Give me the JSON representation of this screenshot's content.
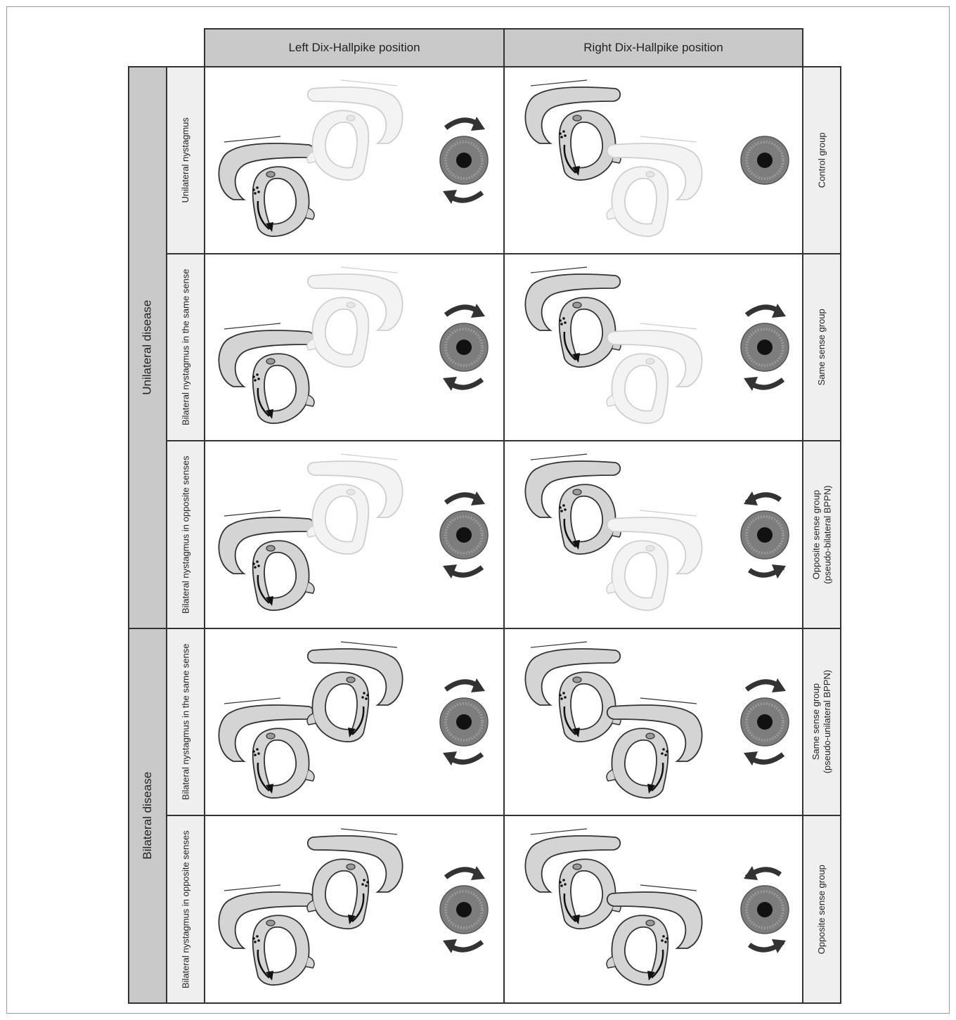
{
  "columns": [
    "Left Dix-Hallpike position",
    "Right Dix-Hallpike position"
  ],
  "groups": [
    {
      "label": "Unilateral disease",
      "rows": [
        {
          "label": "Unilateral nystagmus",
          "outcome": [
            "Control group"
          ],
          "left": {
            "ear_a": "affected",
            "ear_b": "faded",
            "eye": "cw-arrows"
          },
          "right": {
            "ear_a": "affected",
            "ear_b": "faded",
            "eye": "none"
          }
        },
        {
          "label": "Bilateral nystagmus in the same sense",
          "outcome": [
            "Same sense group"
          ],
          "left": {
            "ear_a": "affected",
            "ear_b": "faded",
            "eye": "cw-arrows"
          },
          "right": {
            "ear_a": "affected",
            "ear_b": "faded",
            "eye": "cw-arrows"
          }
        },
        {
          "label": "Bilateral nystagmus in opposite senses",
          "outcome": [
            "Opposite sense group",
            "(pseudo-bilateral BPPN)"
          ],
          "left": {
            "ear_a": "affected",
            "ear_b": "faded",
            "eye": "cw-arrows"
          },
          "right": {
            "ear_a": "affected",
            "ear_b": "faded",
            "eye": "ccw-arrows"
          }
        }
      ]
    },
    {
      "label": "Bilateral disease",
      "rows": [
        {
          "label": "Bilateral nystagmus in the same sense",
          "outcome": [
            "Same sense group",
            "(pseudo-unilateral BPPN)"
          ],
          "left": {
            "ear_a": "affected",
            "ear_b": "affected",
            "eye": "cw-arrows"
          },
          "right": {
            "ear_a": "affected",
            "ear_b": "affected",
            "eye": "cw-arrows"
          }
        },
        {
          "label": "Bilateral nystagmus in opposite senses",
          "outcome": [
            "Opposite sense group"
          ],
          "left": {
            "ear_a": "affected",
            "ear_b": "affected",
            "eye": "cw-arrows"
          },
          "right": {
            "ear_a": "affected",
            "ear_b": "affected",
            "eye": "ccw-arrows"
          }
        }
      ]
    }
  ],
  "icons": {
    "ear": "inner-ear-labyrinth-icon",
    "eye": "eye-iris-icon",
    "arrow": "rotation-arrow-icon"
  },
  "colors": {
    "header_fill": "#c9c9c9",
    "label_fill": "#efefef",
    "ear_fill": "#d4d4d4",
    "ear_faded": "#f3f3f3",
    "iris": "#7d7d7d"
  }
}
